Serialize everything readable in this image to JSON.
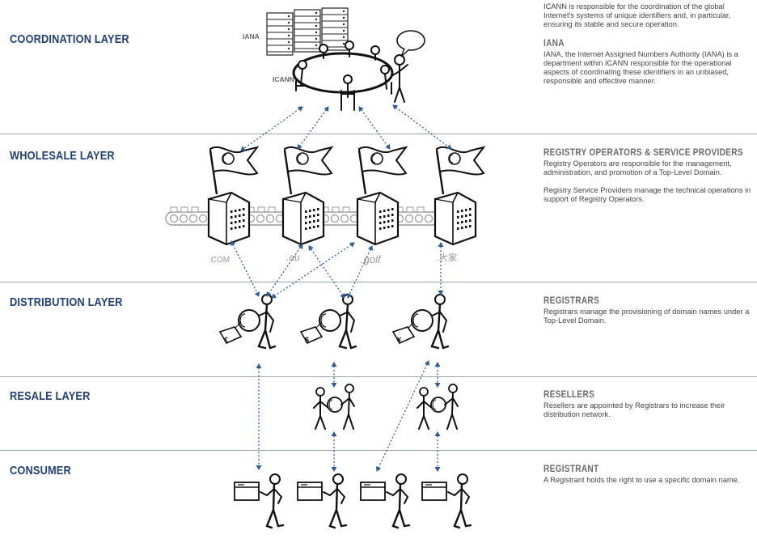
{
  "layers": [
    {
      "title": "COORDINATION LAYER",
      "head": "",
      "texts": [
        "ICANN is responsible for the coordination of the global Internet's systems of unique identifiers and, in particular, ensuring its stable and secure operation."
      ],
      "head2": "IANA",
      "texts2": [
        "IANA, the Internet Assigned Numbers Authority (IANA) is a department within ICANN responsible for the operational aspects of coordinating these identifiers in an unbiased, responsible and effective manner."
      ]
    },
    {
      "title": "WHOLESALE LAYER",
      "head": "REGISTRY OPERATORS & SERVICE PROVIDERS",
      "texts": [
        "Registry Operators are responsible for the management, administration, and promotion of a Top-Level Domain.",
        "Registry Service Providers manage the technical operations in support of Registry Operators."
      ]
    },
    {
      "title": "DISTRIBUTION LAYER",
      "head": "REGISTRARS",
      "texts": [
        "Registrars manage the provisioning of domain names under a Top-Level Domain."
      ]
    },
    {
      "title": "RESALE LAYER",
      "head": "RESELLERS",
      "texts": [
        "Resellers are appointed by Registrars to increase their distribution network."
      ]
    },
    {
      "title": "CONSUMER",
      "head": "REGISTRANT",
      "texts": [
        "A Registrant holds the right to use a specific domain name."
      ]
    }
  ],
  "illustration": {
    "iana_label": "IANA",
    "icann_label": "ICANN",
    "tlds": [
      ".COM",
      ".au",
      ".golf",
      ".大家"
    ],
    "currencies": [
      "€",
      "$",
      "¥"
    ],
    "icons": [
      "server-rack-icon",
      "meeting-table-icon",
      "speech-bubble-icon",
      "flag-icon",
      "building-icon",
      "conveyor-belt-icon",
      "registrar-person-icon",
      "price-tag-icon",
      "reseller-pair-icon",
      "browser-window-icon",
      "registrant-person-icon"
    ]
  }
}
